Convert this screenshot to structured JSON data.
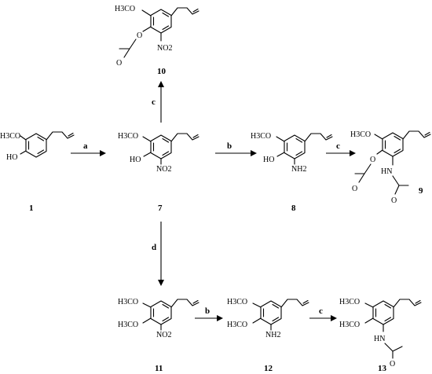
{
  "groups": {
    "och3": "H3CO",
    "oh": "HO",
    "no2": "NO2",
    "nh2": "NH2",
    "hn": "HN",
    "o": "O"
  },
  "compounds": {
    "c1": "1",
    "c7": "7",
    "c8": "8",
    "c9": "9",
    "c10": "10",
    "c11": "11",
    "c12": "12",
    "c13": "13"
  },
  "steps": {
    "s_1_7": "a",
    "s_7_8": "b",
    "s_8_9": "c",
    "s_7_10": "c",
    "s_7_11": "d",
    "s_11_12": "b",
    "s_12_13": "c"
  }
}
